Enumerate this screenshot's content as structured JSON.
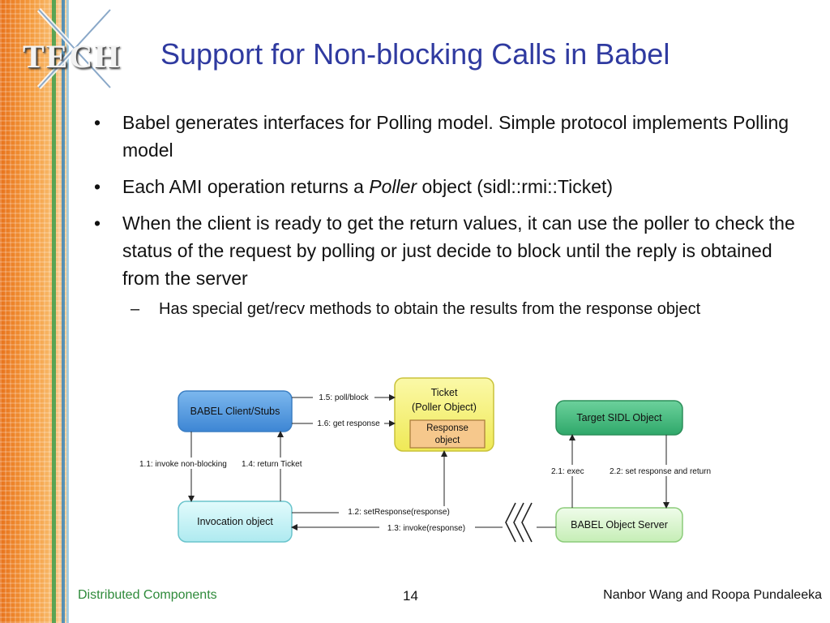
{
  "logo": {
    "text": "TECH"
  },
  "title": "Support for Non-blocking Calls in Babel",
  "bullets": [
    {
      "text": "Babel generates interfaces for Polling model. Simple protocol implements Polling model"
    },
    {
      "pre": "Each AMI operation returns a ",
      "em": "Poller",
      "post": " object (sidl::rmi::Ticket)"
    },
    {
      "text": "When the client is ready to get the return values, it can use the poller to check the status of the request by polling or just decide to block until the reply is obtained from the server"
    }
  ],
  "sub_bullet": "Has special get/recv methods to obtain the results from the response object",
  "diagram": {
    "client": "BABEL Client/Stubs",
    "invocation": "Invocation object",
    "ticket_line1": "Ticket",
    "ticket_line2": "(Poller Object)",
    "response_line1": "Response",
    "response_line2": "object",
    "target": "Target SIDL Object",
    "server": "BABEL Object Server",
    "edge_poll": "1.5: poll/block",
    "edge_get_response": "1.6: get response",
    "edge_invoke_nb": "1.1: invoke non-blocking",
    "edge_return_ticket": "1.4: return Ticket",
    "edge_set_response": "1.2: setResponse(response)",
    "edge_invoke_resp": "1.3: invoke(response)",
    "edge_exec": "2.1: exec",
    "edge_set_return": "2.2: set response and return"
  },
  "footer": {
    "left": "Distributed Components",
    "page": "14",
    "right": "Nanbor Wang and Roopa Pundaleeka"
  },
  "colors": {
    "title": "#2f3aa0",
    "footer_left": "#2e8a3a",
    "client_box": "#4a98e0",
    "invocation_box": "#bff0f4",
    "ticket_box": "#f6f37a",
    "response_box": "#f6c88c",
    "target_box": "#3bb57a",
    "server_box": "#d6f5c8"
  }
}
